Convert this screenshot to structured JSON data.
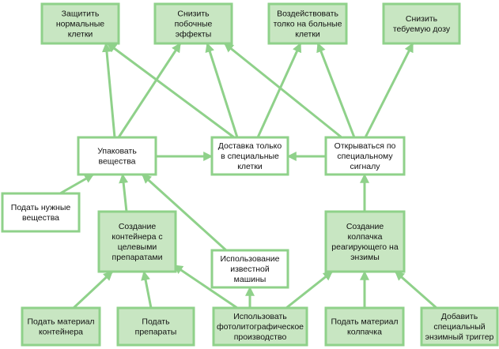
{
  "nodes": [
    {
      "id": "protect",
      "lines": [
        "Защитить",
        "нормальные",
        "клетки"
      ]
    },
    {
      "id": "reduce_side",
      "lines": [
        "Снизить",
        "побочные",
        "эффекты"
      ]
    },
    {
      "id": "act_sick",
      "lines": [
        "Воздействовать",
        "толко на больные",
        "клетки"
      ]
    },
    {
      "id": "reduce_dose",
      "lines": [
        "Снизить",
        "тебуемую дозу"
      ]
    },
    {
      "id": "pack",
      "lines": [
        "Упаковать",
        "вещества"
      ]
    },
    {
      "id": "deliver",
      "lines": [
        "Доставка только",
        "в специальные",
        "клетки"
      ]
    },
    {
      "id": "open_signal",
      "lines": [
        "Открываться по",
        "специальному",
        "сигналу"
      ]
    },
    {
      "id": "supply_substances",
      "lines": [
        "Подать нужные",
        "вещества"
      ]
    },
    {
      "id": "container",
      "lines": [
        "Создание",
        "контейнера с",
        "целевыми",
        "препаратами"
      ]
    },
    {
      "id": "known_machine",
      "lines": [
        "Использование",
        "известной",
        "машины"
      ]
    },
    {
      "id": "cap",
      "lines": [
        "Создание",
        "колпачка",
        "реагирующего на",
        "энзимы"
      ]
    },
    {
      "id": "supply_container",
      "lines": [
        "Подать материал",
        "контейнера"
      ]
    },
    {
      "id": "supply_drugs",
      "lines": [
        "Подать",
        "препараты"
      ]
    },
    {
      "id": "photolitho",
      "lines": [
        "Использовать",
        "фотолитографическое",
        "производство"
      ]
    },
    {
      "id": "supply_cap",
      "lines": [
        "Подать материал",
        "колпачка"
      ]
    },
    {
      "id": "enzyme_trigger",
      "lines": [
        "Добавить",
        "специальный",
        "энзимный триггер"
      ]
    }
  ],
  "edges": [
    {
      "from": "pack",
      "to": "protect"
    },
    {
      "from": "pack",
      "to": "reduce_side"
    },
    {
      "from": "deliver",
      "to": "protect"
    },
    {
      "from": "deliver",
      "to": "reduce_side"
    },
    {
      "from": "deliver",
      "to": "act_sick"
    },
    {
      "from": "open_signal",
      "to": "reduce_side"
    },
    {
      "from": "open_signal",
      "to": "act_sick"
    },
    {
      "from": "open_signal",
      "to": "reduce_dose"
    },
    {
      "from": "pack",
      "to": "deliver"
    },
    {
      "from": "open_signal",
      "to": "deliver"
    },
    {
      "from": "supply_substances",
      "to": "pack"
    },
    {
      "from": "container",
      "to": "pack"
    },
    {
      "from": "known_machine",
      "to": "pack"
    },
    {
      "from": "cap",
      "to": "open_signal"
    },
    {
      "from": "supply_container",
      "to": "container"
    },
    {
      "from": "supply_drugs",
      "to": "container"
    },
    {
      "from": "photolitho",
      "to": "container"
    },
    {
      "from": "photolitho",
      "to": "known_machine"
    },
    {
      "from": "photolitho",
      "to": "cap"
    },
    {
      "from": "supply_cap",
      "to": "cap"
    },
    {
      "from": "enzyme_trigger",
      "to": "cap"
    }
  ]
}
